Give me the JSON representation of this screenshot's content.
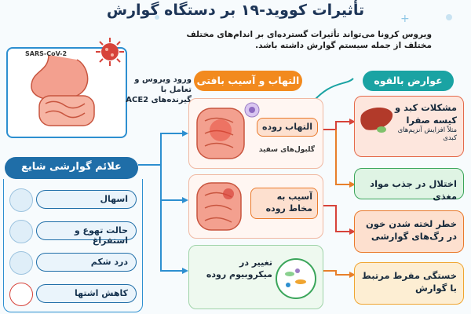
{
  "title": "تأثیرات کووید-۱۹ بر دستگاه گوارش",
  "intro": "ویروس کرونا می‌تواند تأثیرات گسترده‌ای بر اندام‌های مختلف مختلف از جمله سیستم گوارش داشته باشد.",
  "virus_label": "SARS-CoV-2",
  "entry_text": "ورود ویروس و تعامل با گیرنده‌های ACE2",
  "symptoms": {
    "header": "علائم گوارشی شایع",
    "items": [
      {
        "label": "اسهال",
        "icon": "toilet-icon"
      },
      {
        "label": "حالت تهوع و استفراغ",
        "icon": "nausea-icon"
      },
      {
        "label": "درد شکم",
        "icon": "stomach-pain-icon"
      },
      {
        "label": "کاهش اشتها",
        "icon": "no-food-icon"
      }
    ]
  },
  "middle": {
    "header": "التهاب و آسیب بافتی",
    "inflammation": "التهاب روده",
    "wbc_label": "گلبول‌های سفید",
    "mucosa": "آسیب به مخاط روده",
    "microbiome": "تغییر در میکروبیوم روده"
  },
  "effects": {
    "header": "عوارض بالقوه",
    "items": [
      {
        "label": "مشکلات کبد و کیسه صفرا",
        "note": "مثلاً افزایش آنزیم‌های کبدی",
        "color": "#fde6dd",
        "border": "#e46a4b"
      },
      {
        "label": "اختلال در جذب مواد مغذی",
        "color": "#dff4e4",
        "border": "#3aa55a"
      },
      {
        "label": "خطر لخته شدن خون در رگ‌های گوارشی",
        "color": "#fde0cf",
        "border": "#ea7a2c"
      },
      {
        "label": "خستگی مفرط مرتبط با گوارش",
        "color": "#fdeed3",
        "border": "#f0a531"
      }
    ]
  },
  "colors": {
    "blue": "#1f6ea8",
    "orange": "#f28a1e",
    "teal": "#1aa3a3",
    "red": "#d7433a"
  }
}
